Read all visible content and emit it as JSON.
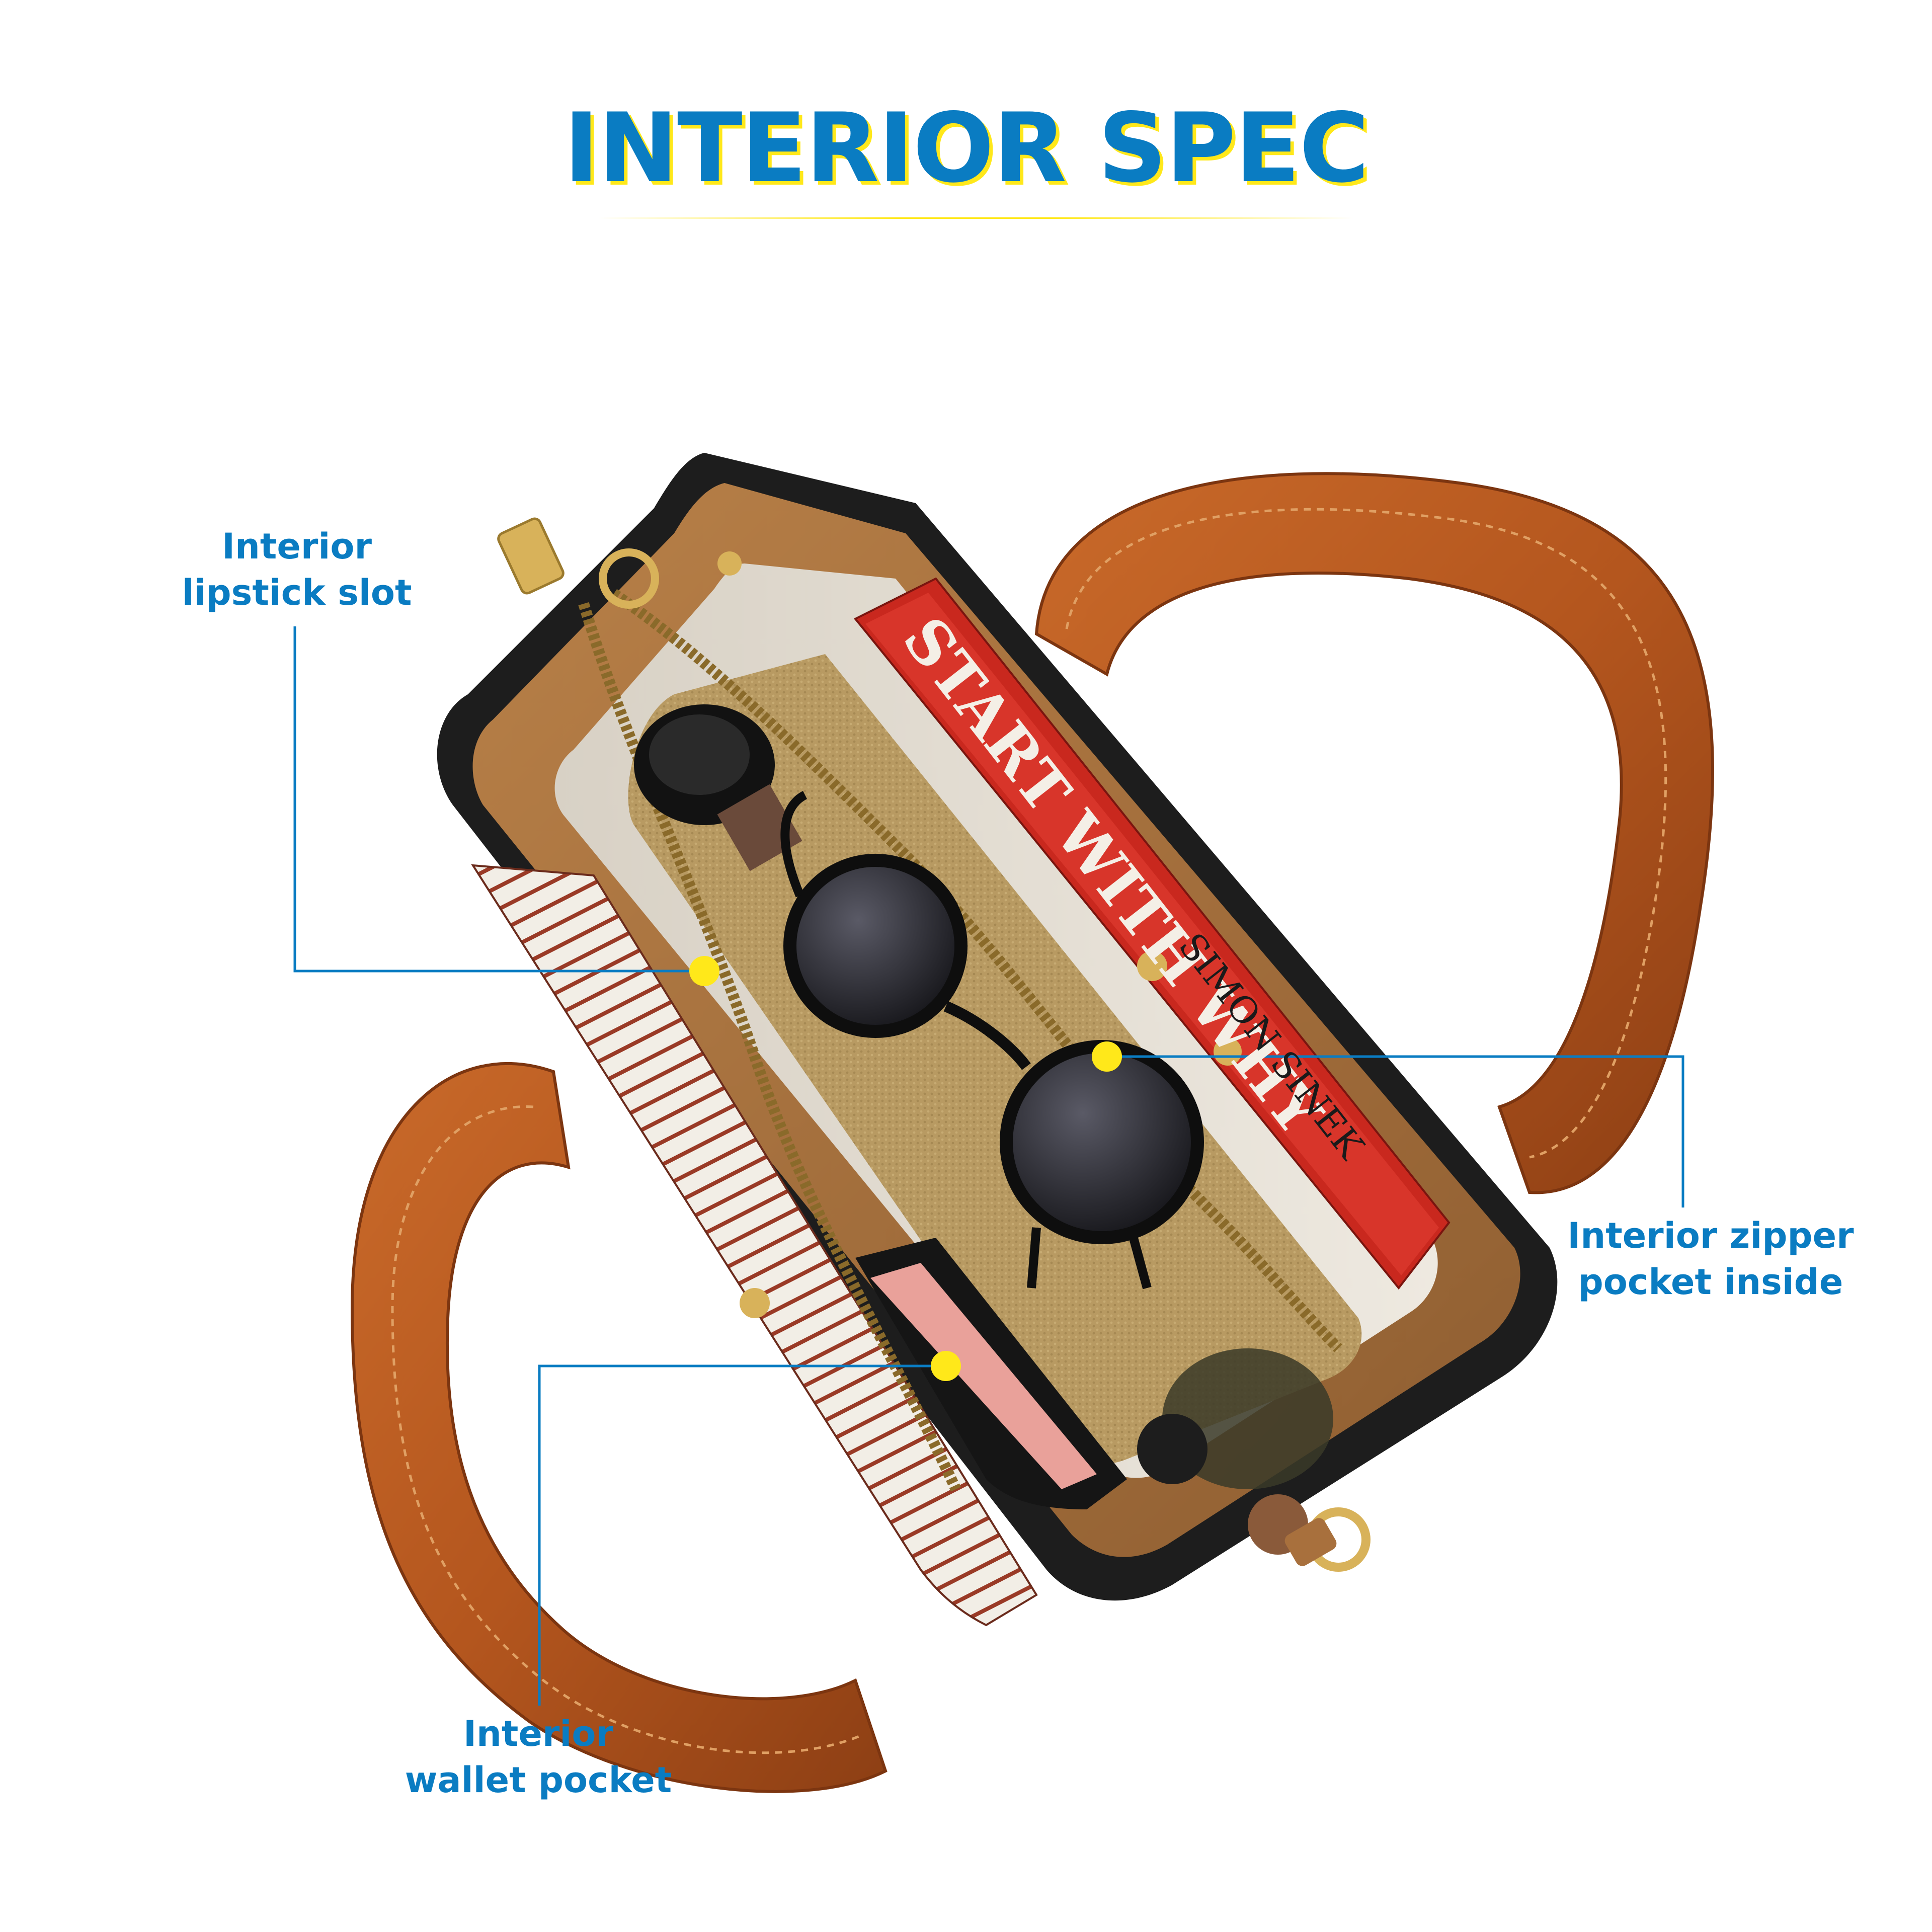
{
  "title": "INTERIOR SPEC",
  "callouts": {
    "lipstick": {
      "line1": "Interior",
      "line2": "lipstick slot"
    },
    "zipper": {
      "line1": "Interior zipper",
      "line2": "pocket inside"
    },
    "wallet": {
      "line1": "Interior",
      "line2": "wallet pocket"
    }
  },
  "colors": {
    "title": "#0a7cc2",
    "title_shadow": "#ffe81a",
    "callout_line": "#0a7cc2",
    "callout_dot": "#ffe81a",
    "bag_handle": "#b4561e",
    "bag_body": "#a8703d",
    "bag_trim": "#1d1d1d",
    "lining": "#e6e0d6",
    "book": "#c9281e"
  },
  "photo": {
    "book_title": "START WITH WHY",
    "book_author": "SIMON SINEK"
  }
}
